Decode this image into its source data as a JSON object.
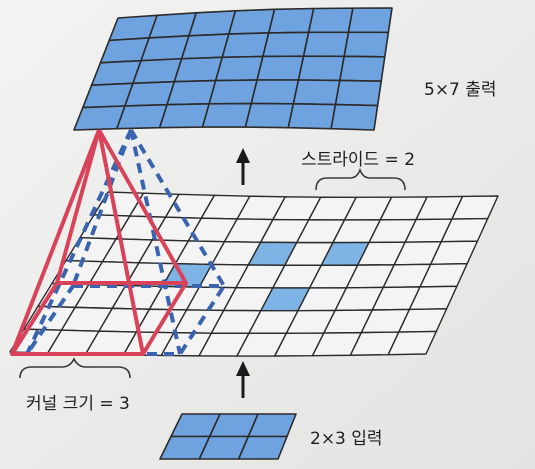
{
  "labels": {
    "output": "5×7 출력",
    "stride": "스트라이드 = 2",
    "kernel": "커널 크기 = 3",
    "input": "2×3 입력"
  },
  "grids": {
    "output": {
      "rows": 5,
      "cols": 7
    },
    "middle": {
      "rows": 7,
      "cols": 11
    },
    "input": {
      "rows": 2,
      "cols": 3
    }
  },
  "colors": {
    "blue_cell": "#6fa3df",
    "light_cell": "#f4f4f4",
    "middle_blue_cell": "#7eb3e6",
    "grid_line": "#2b2b2b",
    "kernel_red": "#d9435a",
    "dashed_blue": "#3a64b0",
    "arrow": "#1a1a1a"
  }
}
